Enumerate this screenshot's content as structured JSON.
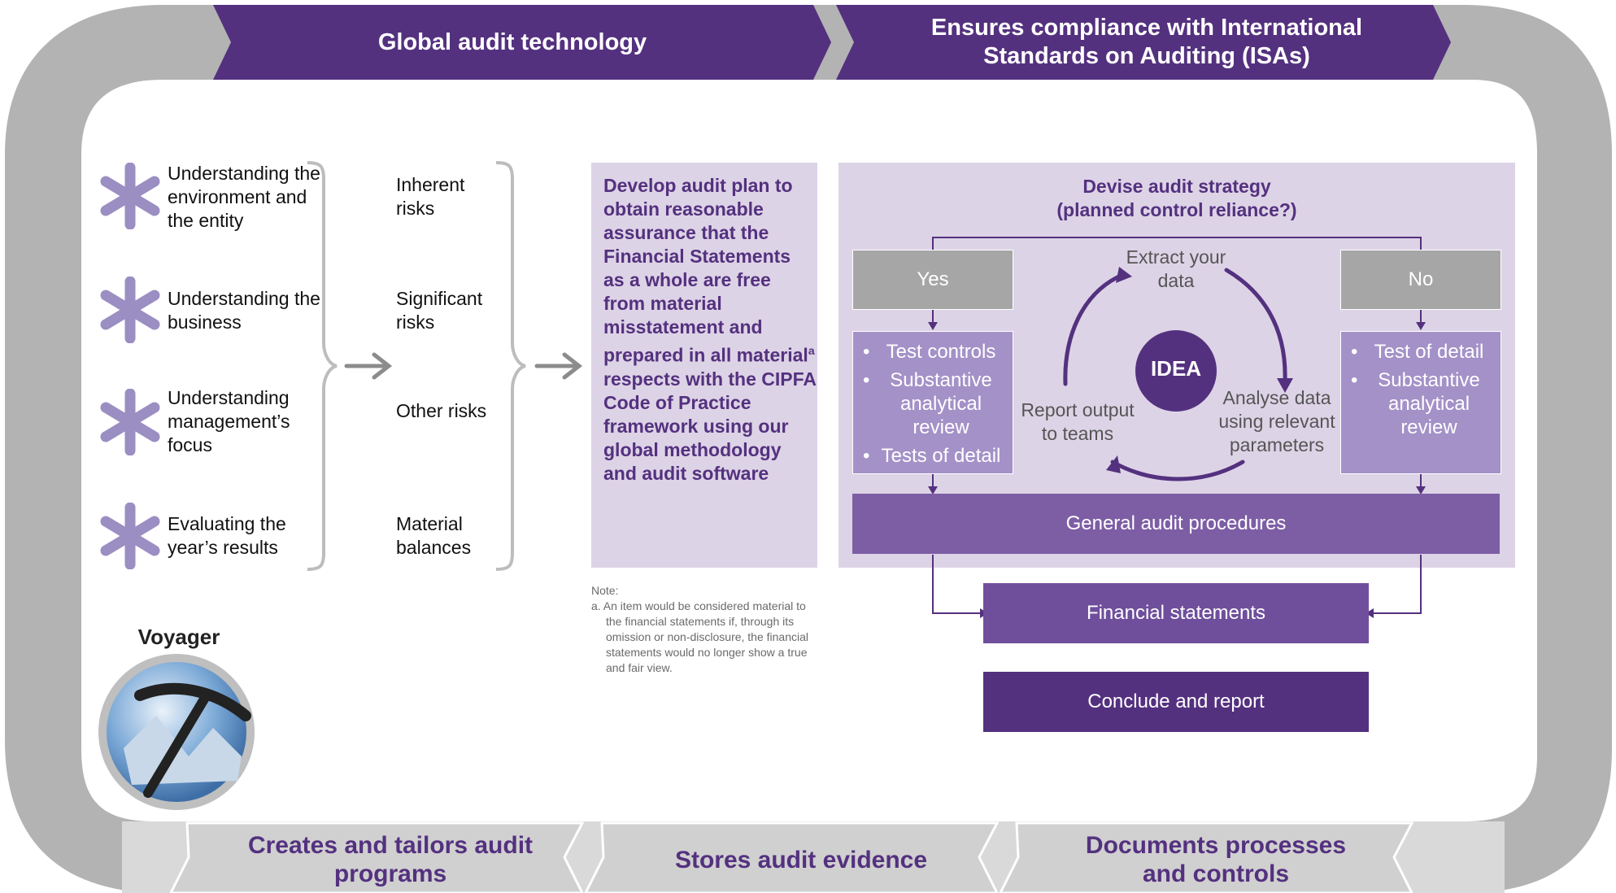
{
  "banners": {
    "top_left": "Global audit technology",
    "top_right": "Ensures compliance with International Standards on Auditing (ISAs)",
    "bottom_1": "Creates and tailors audit programs",
    "bottom_2": "Stores audit evidence",
    "bottom_3": "Documents processes and controls"
  },
  "understanding": [
    "Understanding the environment and the entity",
    "Understanding the business",
    "Understanding management’s focus",
    "Evaluating the year’s results"
  ],
  "risks": [
    "Inherent risks",
    "Significant risks",
    "Other risks",
    "Material balances"
  ],
  "plan": {
    "text_before": "Develop audit plan to obtain reasonable assurance that the Financial Statements as a whole are free from material misstatement and prepared in all material",
    "superscript": "a",
    "text_after": " respects with the CIPFA Code of Practice framework using our global methodology and audit software"
  },
  "note": {
    "heading": "Note:",
    "item": "a. An item would be considered material to the financial statements if, through its omission or non-disclosure, the financial statements would no longer show a true and fair view."
  },
  "strategy": {
    "title_line1": "Devise audit strategy",
    "title_line2": "(planned control reliance?)",
    "yes": "Yes",
    "no": "No",
    "yes_items": [
      "Test controls",
      "Substantive analytical review",
      "Tests of detail"
    ],
    "no_items": [
      "Test of detail",
      "Substantive analytical review"
    ],
    "idea": "IDEA",
    "cycle": {
      "extract": "Extract your data",
      "analyse": "Analyse data using relevant parameters",
      "report": "Report output to teams"
    },
    "general": "General audit procedures",
    "financial": "Financial statements",
    "conclude": "Conclude and report"
  },
  "logo": {
    "label": "Voyager"
  },
  "colors": {
    "purple_dark": "#54317f",
    "purple_mid": "#7d5ea5",
    "lavender": "#a391c7",
    "lavender_bg": "#ddd3e6",
    "frame_grey": "#b3b3b3",
    "bottom_band": "#d9d9d9"
  }
}
